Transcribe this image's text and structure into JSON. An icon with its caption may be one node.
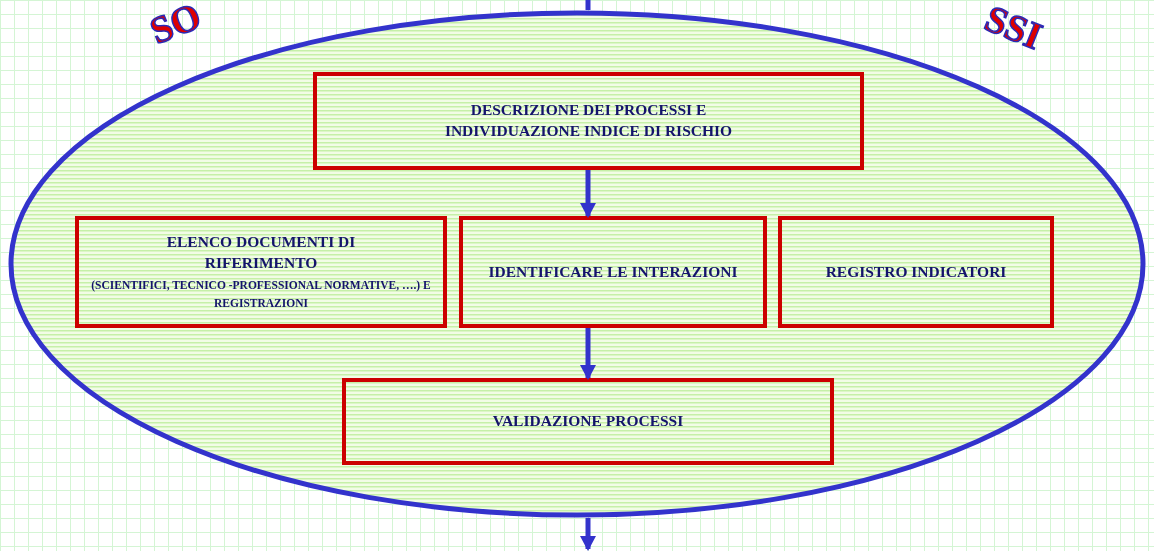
{
  "diagram": {
    "nodes": [
      {
        "text": [],
        "shape": "ellipse"
      },
      {
        "text": [
          "DESCRIZIONE DEI PROCESSI E INDIVIDUAZIONE INDICE DI RISCHIO"
        ],
        "in": 0
      },
      {
        "text": [
          "ELENCO DOCUMENTI DI RIFERIMENTO",
          "(SCIENTIFICI, TECNICO -PROFESSIONAL NORMATIVE, ….) E REGISTRAZIONI"
        ],
        "in": 0
      },
      {
        "text": [
          "IDENTIFICARE LE INTERAZIONI"
        ],
        "in": 0
      },
      {
        "text": [
          "REGISTRO INDICATORI"
        ],
        "in": 0
      },
      {
        "text": [
          "VALIDAZIONE PROCESSI"
        ],
        "in": 0
      }
    ],
    "edges": [
      {
        "from": null,
        "to": 0,
        "arrow": "none"
      },
      {
        "from": 1,
        "to": 3,
        "arrow": "to"
      },
      {
        "from": 3,
        "to": 5,
        "arrow": "to"
      },
      {
        "from": 0,
        "to": null,
        "arrow": "to"
      }
    ],
    "labels": [
      "SO",
      "SSI"
    ]
  }
}
